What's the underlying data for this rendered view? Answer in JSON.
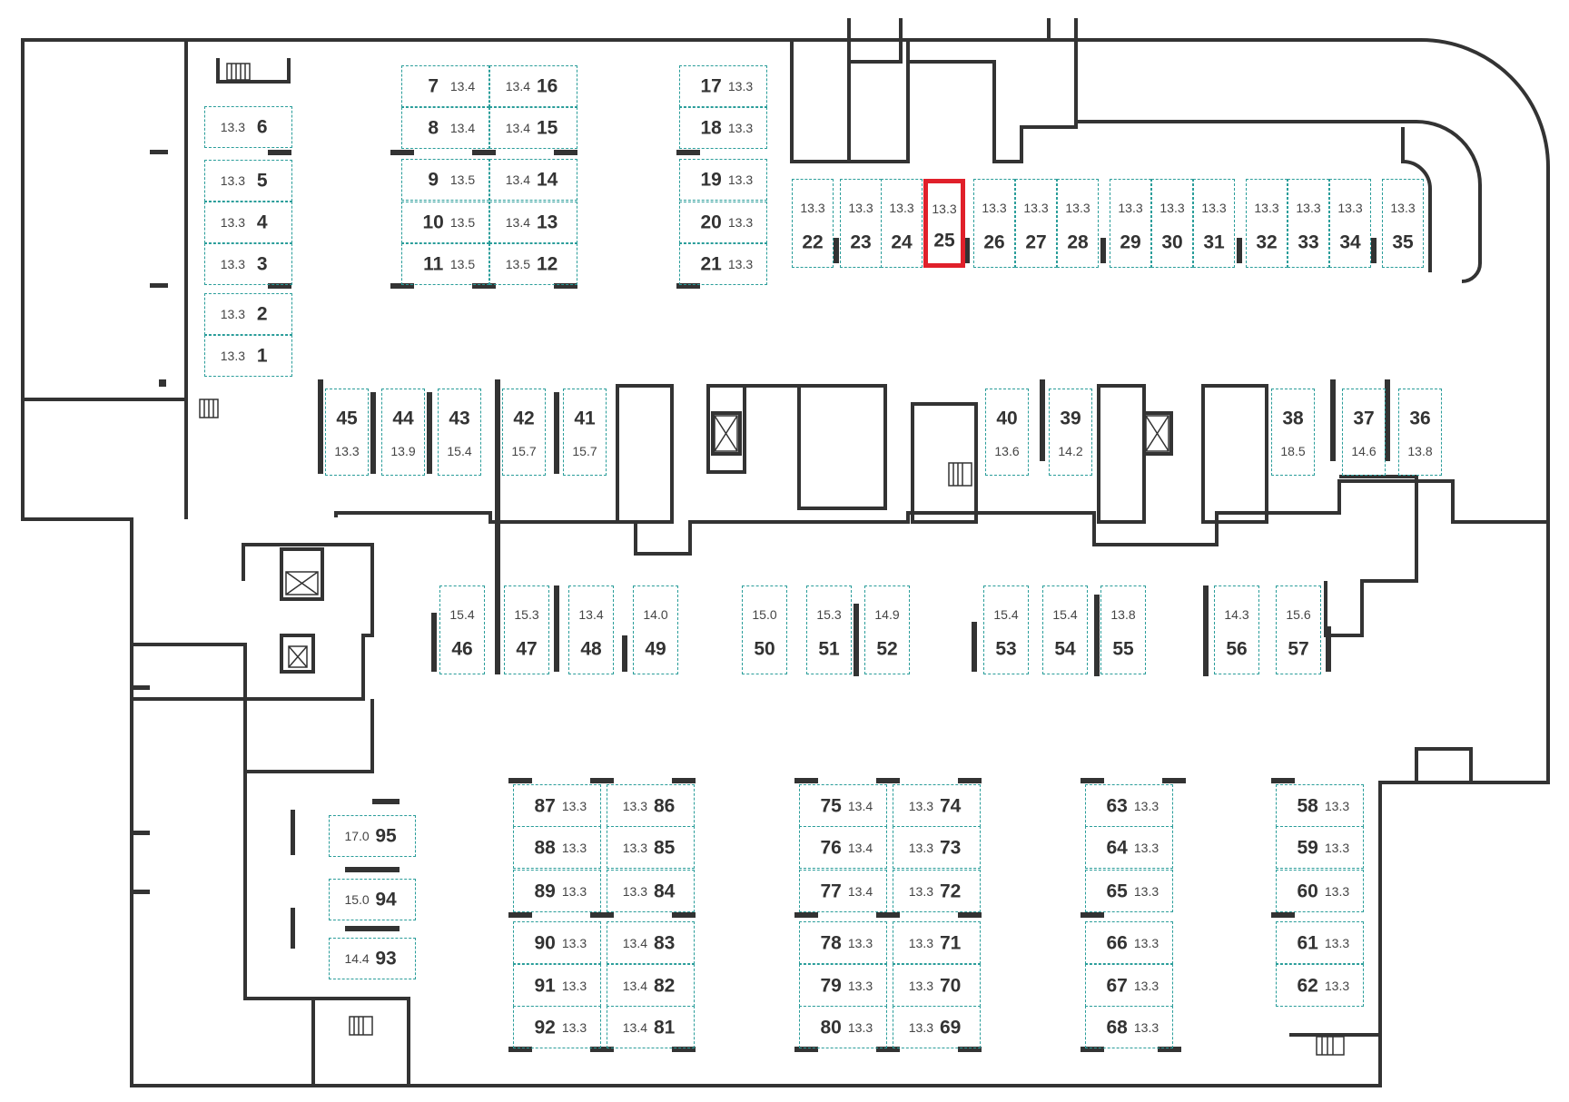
{
  "map": {
    "accent_color": "#2a9d9a",
    "highlight_color": "#e0202a",
    "wall_color": "#333333",
    "selected_spot": "25"
  },
  "spots": {
    "1": {
      "num": "1",
      "area": "13.3"
    },
    "2": {
      "num": "2",
      "area": "13.3"
    },
    "3": {
      "num": "3",
      "area": "13.3"
    },
    "4": {
      "num": "4",
      "area": "13.3"
    },
    "5": {
      "num": "5",
      "area": "13.3"
    },
    "6": {
      "num": "6",
      "area": "13.3"
    },
    "7": {
      "num": "7",
      "area": "13.4"
    },
    "8": {
      "num": "8",
      "area": "13.4"
    },
    "9": {
      "num": "9",
      "area": "13.5"
    },
    "10": {
      "num": "10",
      "area": "13.5"
    },
    "11": {
      "num": "11",
      "area": "13.5"
    },
    "12": {
      "num": "12",
      "area": "13.5"
    },
    "13": {
      "num": "13",
      "area": "13.4"
    },
    "14": {
      "num": "14",
      "area": "13.4"
    },
    "15": {
      "num": "15",
      "area": "13.4"
    },
    "16": {
      "num": "16",
      "area": "13.4"
    },
    "17": {
      "num": "17",
      "area": "13.3"
    },
    "18": {
      "num": "18",
      "area": "13.3"
    },
    "19": {
      "num": "19",
      "area": "13.3"
    },
    "20": {
      "num": "20",
      "area": "13.3"
    },
    "21": {
      "num": "21",
      "area": "13.3"
    },
    "22": {
      "num": "22",
      "area": "13.3"
    },
    "23": {
      "num": "23",
      "area": "13.3"
    },
    "24": {
      "num": "24",
      "area": "13.3"
    },
    "25": {
      "num": "25",
      "area": "13.3"
    },
    "26": {
      "num": "26",
      "area": "13.3"
    },
    "27": {
      "num": "27",
      "area": "13.3"
    },
    "28": {
      "num": "28",
      "area": "13.3"
    },
    "29": {
      "num": "29",
      "area": "13.3"
    },
    "30": {
      "num": "30",
      "area": "13.3"
    },
    "31": {
      "num": "31",
      "area": "13.3"
    },
    "32": {
      "num": "32",
      "area": "13.3"
    },
    "33": {
      "num": "33",
      "area": "13.3"
    },
    "34": {
      "num": "34",
      "area": "13.3"
    },
    "35": {
      "num": "35",
      "area": "13.3"
    },
    "36": {
      "num": "36",
      "area": "13.8"
    },
    "37": {
      "num": "37",
      "area": "14.6"
    },
    "38": {
      "num": "38",
      "area": "18.5"
    },
    "39": {
      "num": "39",
      "area": "14.2"
    },
    "40": {
      "num": "40",
      "area": "13.6"
    },
    "41": {
      "num": "41",
      "area": "15.7"
    },
    "42": {
      "num": "42",
      "area": "15.7"
    },
    "43": {
      "num": "43",
      "area": "15.4"
    },
    "44": {
      "num": "44",
      "area": "13.9"
    },
    "45": {
      "num": "45",
      "area": "13.3"
    },
    "46": {
      "num": "46",
      "area": "15.4"
    },
    "47": {
      "num": "47",
      "area": "15.3"
    },
    "48": {
      "num": "48",
      "area": "13.4"
    },
    "49": {
      "num": "49",
      "area": "14.0"
    },
    "50": {
      "num": "50",
      "area": "15.0"
    },
    "51": {
      "num": "51",
      "area": "15.3"
    },
    "52": {
      "num": "52",
      "area": "14.9"
    },
    "53": {
      "num": "53",
      "area": "15.4"
    },
    "54": {
      "num": "54",
      "area": "15.4"
    },
    "55": {
      "num": "55",
      "area": "13.8"
    },
    "56": {
      "num": "56",
      "area": "14.3"
    },
    "57": {
      "num": "57",
      "area": "15.6"
    },
    "58": {
      "num": "58",
      "area": "13.3"
    },
    "59": {
      "num": "59",
      "area": "13.3"
    },
    "60": {
      "num": "60",
      "area": "13.3"
    },
    "61": {
      "num": "61",
      "area": "13.3"
    },
    "62": {
      "num": "62",
      "area": "13.3"
    },
    "63": {
      "num": "63",
      "area": "13.3"
    },
    "64": {
      "num": "64",
      "area": "13.3"
    },
    "65": {
      "num": "65",
      "area": "13.3"
    },
    "66": {
      "num": "66",
      "area": "13.3"
    },
    "67": {
      "num": "67",
      "area": "13.3"
    },
    "68": {
      "num": "68",
      "area": "13.3"
    },
    "69": {
      "num": "69",
      "area": "13.3"
    },
    "70": {
      "num": "70",
      "area": "13.3"
    },
    "71": {
      "num": "71",
      "area": "13.3"
    },
    "72": {
      "num": "72",
      "area": "13.3"
    },
    "73": {
      "num": "73",
      "area": "13.3"
    },
    "74": {
      "num": "74",
      "area": "13.3"
    },
    "75": {
      "num": "75",
      "area": "13.4"
    },
    "76": {
      "num": "76",
      "area": "13.4"
    },
    "77": {
      "num": "77",
      "area": "13.4"
    },
    "78": {
      "num": "78",
      "area": "13.3"
    },
    "79": {
      "num": "79",
      "area": "13.3"
    },
    "80": {
      "num": "80",
      "area": "13.3"
    },
    "81": {
      "num": "81",
      "area": "13.4"
    },
    "82": {
      "num": "82",
      "area": "13.4"
    },
    "83": {
      "num": "83",
      "area": "13.4"
    },
    "84": {
      "num": "84",
      "area": "13.3"
    },
    "85": {
      "num": "85",
      "area": "13.3"
    },
    "86": {
      "num": "86",
      "area": "13.3"
    },
    "87": {
      "num": "87",
      "area": "13.3"
    },
    "88": {
      "num": "88",
      "area": "13.3"
    },
    "89": {
      "num": "89",
      "area": "13.3"
    },
    "90": {
      "num": "90",
      "area": "13.3"
    },
    "91": {
      "num": "91",
      "area": "13.3"
    },
    "92": {
      "num": "92",
      "area": "13.3"
    },
    "93": {
      "num": "93",
      "area": "14.4"
    },
    "94": {
      "num": "94",
      "area": "15.0"
    },
    "95": {
      "num": "95",
      "area": "17.0"
    }
  }
}
